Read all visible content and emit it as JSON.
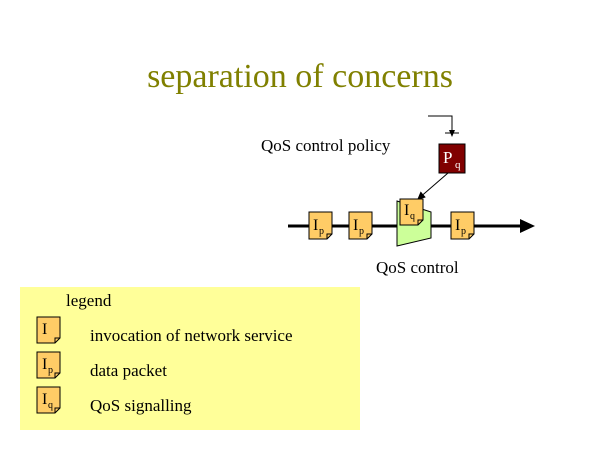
{
  "slide": {
    "title": "separation of concerns",
    "colors": {
      "title": "#808000",
      "legend_bg": "#ffff99",
      "packet_fill": "#ffcc66",
      "policy_fill": "#800000",
      "control_fill": "#ccff99"
    }
  },
  "diagram": {
    "policy_label": "QoS control policy",
    "control_label": "QoS control",
    "policy_box": {
      "base": "P",
      "sub": "q"
    },
    "control_box": {
      "base": "I",
      "sub": "q"
    },
    "packets": [
      {
        "base": "I",
        "sub": "p"
      },
      {
        "base": "I",
        "sub": "p"
      },
      {
        "base": "I",
        "sub": "p"
      }
    ]
  },
  "legend": {
    "title": "legend",
    "items": [
      {
        "icon_base": "I",
        "icon_sub": "",
        "label": "invocation of network service"
      },
      {
        "icon_base": "I",
        "icon_sub": "p",
        "label": "data packet"
      },
      {
        "icon_base": "I",
        "icon_sub": "q",
        "label": "QoS signalling"
      }
    ]
  }
}
